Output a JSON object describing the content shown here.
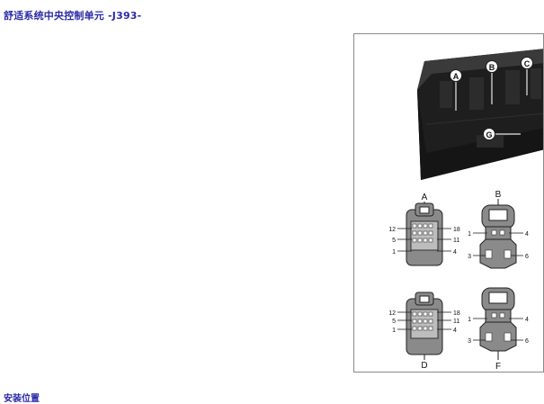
{
  "document": {
    "title": "舒适系统中央控制单元 -J393-",
    "section_heading": "安装位置"
  },
  "figure": {
    "module_callouts": [
      "A",
      "B",
      "C",
      "G"
    ],
    "connectors": [
      {
        "letter": "A",
        "pins": [
          "12",
          "5",
          "1",
          "18",
          "11",
          "4"
        ]
      },
      {
        "letter": "B",
        "pins": [
          "1",
          "4",
          "3",
          "6"
        ]
      },
      {
        "letter": "D",
        "pins": [
          "12",
          "5",
          "1",
          "18",
          "11",
          "4"
        ]
      },
      {
        "letter": "F",
        "pins": [
          "1",
          "4",
          "3",
          "6"
        ]
      }
    ]
  }
}
